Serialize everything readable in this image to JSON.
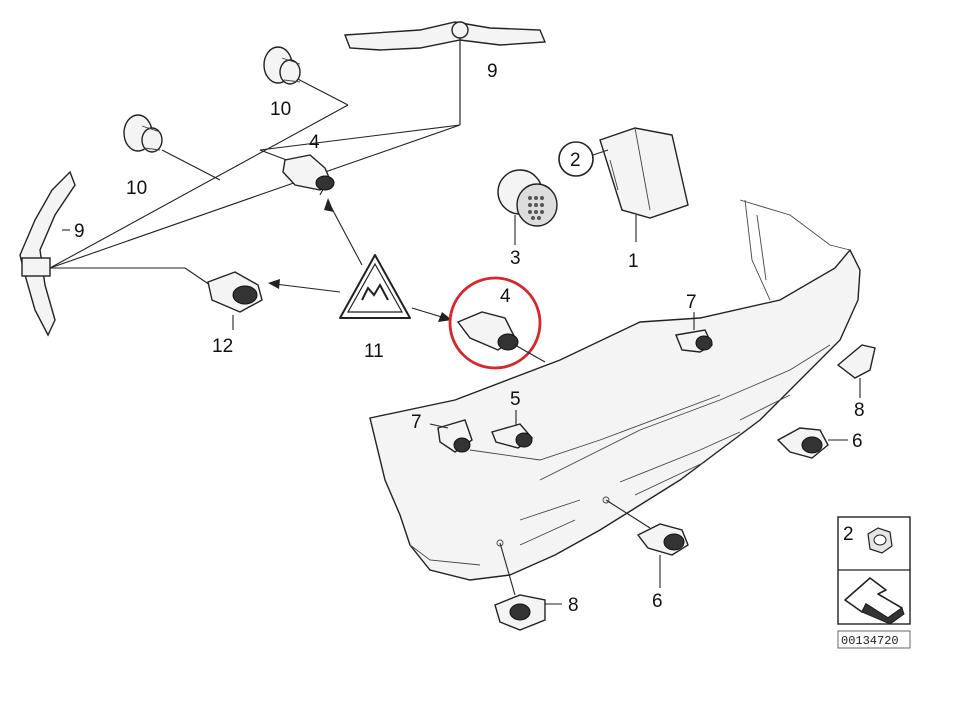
{
  "diagram": {
    "callouts": {
      "c1": "1",
      "c2_circle": "2",
      "c3": "3",
      "c4_top": "4",
      "c4_highlight": "4",
      "c5": "5",
      "c6_right": "6",
      "c6_bottom": "6",
      "c7_right": "7",
      "c7_left": "7",
      "c8_right": "8",
      "c8_bottom": "8",
      "c9_top": "9",
      "c9_left": "9",
      "c10_top": "10",
      "c10_mid": "10",
      "c11": "11",
      "c12": "12"
    },
    "inset": {
      "label": "2"
    },
    "reference_number": "00134720",
    "highlight_color": "#d9262c"
  }
}
